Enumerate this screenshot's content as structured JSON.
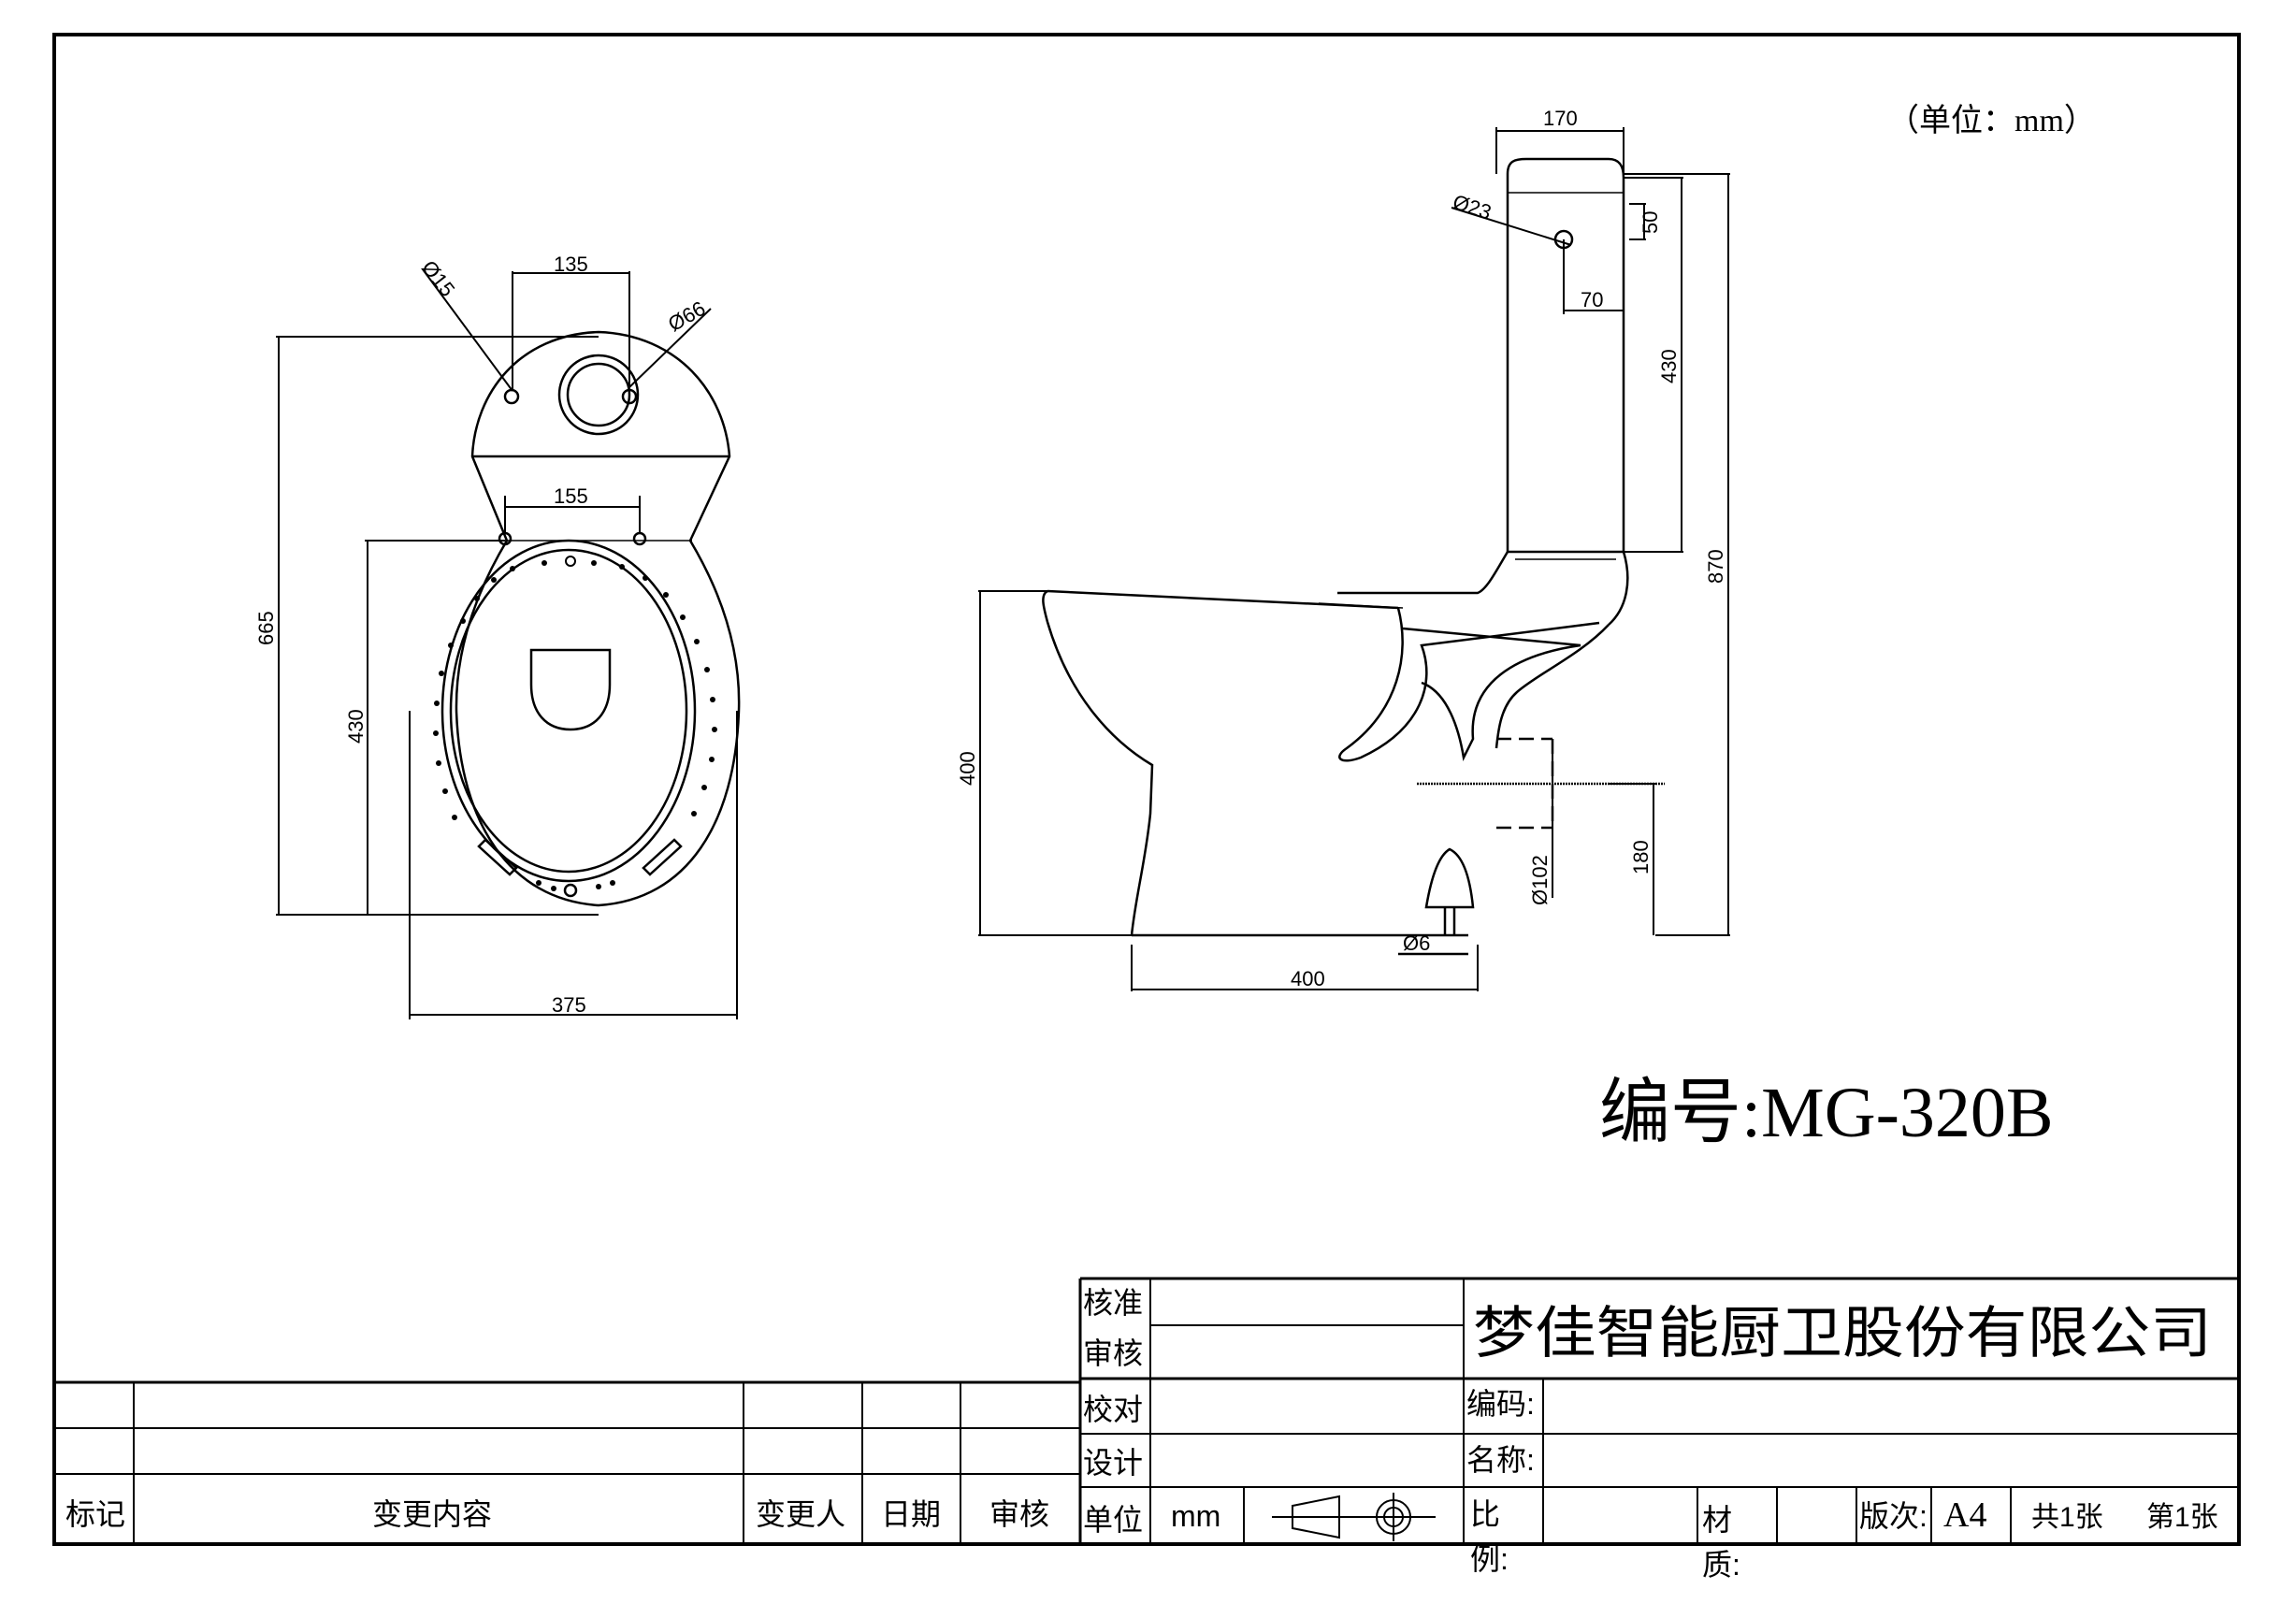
{
  "unit_note": "（单位：mm）",
  "model": "编号:MG-320B",
  "top_view": {
    "dim_width": "375",
    "dim_length": "665",
    "dim_seat": "430",
    "dim_hole_spacing": "135",
    "dim_seat_holes": "155",
    "dim_hole_dia": "Ø15",
    "dim_outlet_dia": "Ø66"
  },
  "side_view": {
    "dim_tank_width": "170",
    "dim_tank_height": "430",
    "dim_total_height": "870",
    "dim_button_offset_v": "50",
    "dim_button_offset_h": "70",
    "dim_button_dia": "Ø23",
    "dim_bowl_height": "400",
    "dim_base_length": "400",
    "dim_drain_height": "180",
    "dim_drain_dia": "Ø102",
    "dim_bolt_dia": "Ø6"
  },
  "title_block": {
    "company": "梦佳智能厨卫股份有限公司",
    "approve": "核准",
    "review": "审核",
    "proofread": "校对",
    "design": "设计",
    "unit_label": "单位",
    "unit_value": "mm",
    "code_label": "编码:",
    "name_label": "名称:",
    "scale_label_1": "比",
    "scale_label_2": "例:",
    "material_label_1": "材",
    "material_label_2": "质:",
    "version_label": "版次:",
    "paper_size": "A4",
    "sheet_total": "共1张",
    "sheet_index": "第1张"
  },
  "revision_table": {
    "headers": [
      "标记",
      "变更内容",
      "变更人",
      "日期",
      "审核"
    ]
  }
}
